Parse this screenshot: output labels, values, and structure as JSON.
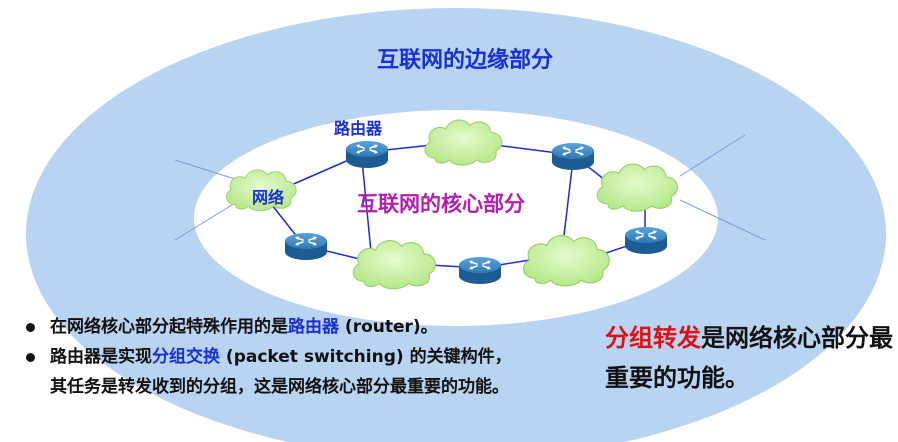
{
  "diagram": {
    "edge_title": "互联网的边缘部分",
    "core_title": "互联网的核心部分",
    "router_label": "路由器",
    "network_label": "网络"
  },
  "bullets": [
    {
      "before": "在网络核心部分起特殊作用的是",
      "highlight": "路由器",
      "after": " (router)。"
    },
    {
      "before": "路由器是实现",
      "highlight": "分组交换",
      "after": " (packet switching) 的关键构件，其任务是转发收到的分组，这是网络核心部分最重要的功能。"
    }
  ],
  "side_note": {
    "red": "分组转发",
    "rest": "是网络核心部分最重要的功能。"
  },
  "colors": {
    "outer_ellipse": "#b9d3f2",
    "inner_ellipse": "#ffffff",
    "cloud": "#c9f0a0",
    "router": "#2e78b7",
    "link": "#1a2fd6",
    "edge_title": "#1a2fd6",
    "core_title": "#b01fb0",
    "highlight_red": "#e01010"
  }
}
